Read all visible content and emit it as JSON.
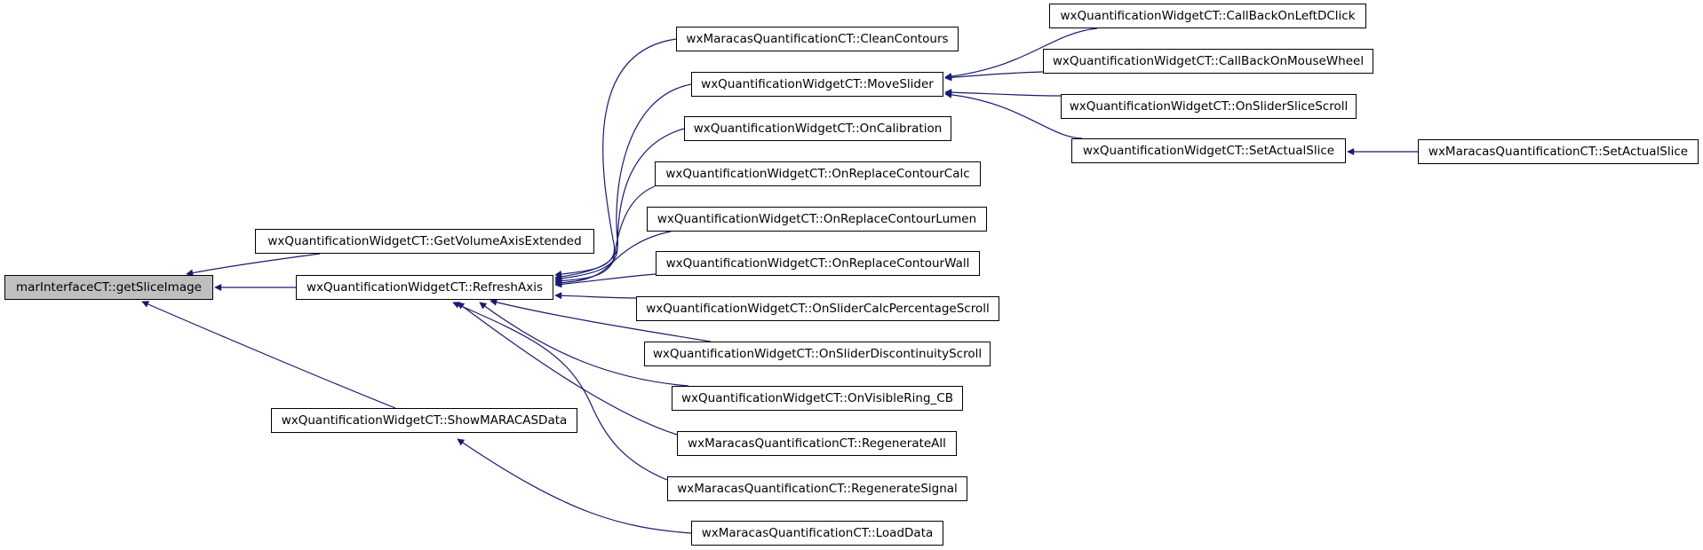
{
  "diagram": {
    "type": "doxygen-caller-graph",
    "edge_color": "#191970",
    "root_fill": "#bfbfbf",
    "nodes": [
      {
        "id": "root",
        "label": "marInterfaceCT::getSliceImage",
        "root": true
      },
      {
        "id": "getvolaxis",
        "label": "wxQuantificationWidgetCT::GetVolumeAxisExtended"
      },
      {
        "id": "refreshaxis",
        "label": "wxQuantificationWidgetCT::RefreshAxis"
      },
      {
        "id": "showmaracas",
        "label": "wxQuantificationWidgetCT::ShowMARACASData"
      },
      {
        "id": "cleancontours",
        "label": "wxMaracasQuantificationCT::CleanContours"
      },
      {
        "id": "moveslider",
        "label": "wxQuantificationWidgetCT::MoveSlider"
      },
      {
        "id": "oncalibration",
        "label": "wxQuantificationWidgetCT::OnCalibration"
      },
      {
        "id": "replacecalc",
        "label": "wxQuantificationWidgetCT::OnReplaceContourCalc"
      },
      {
        "id": "replacelumen",
        "label": "wxQuantificationWidgetCT::OnReplaceContourLumen"
      },
      {
        "id": "replacewall",
        "label": "wxQuantificationWidgetCT::OnReplaceContourWall"
      },
      {
        "id": "slidercalc",
        "label": "wxQuantificationWidgetCT::OnSliderCalcPercentageScroll"
      },
      {
        "id": "sliderdisc",
        "label": "wxQuantificationWidgetCT::OnSliderDiscontinuityScroll"
      },
      {
        "id": "visiblering",
        "label": "wxQuantificationWidgetCT::OnVisibleRing_CB"
      },
      {
        "id": "regenall",
        "label": "wxMaracasQuantificationCT::RegenerateAll"
      },
      {
        "id": "regensignal",
        "label": "wxMaracasQuantificationCT::RegenerateSignal"
      },
      {
        "id": "loaddata",
        "label": "wxMaracasQuantificationCT::LoadData"
      },
      {
        "id": "leftdclick",
        "label": "wxQuantificationWidgetCT::CallBackOnLeftDClick"
      },
      {
        "id": "mousewheel",
        "label": "wxQuantificationWidgetCT::CallBackOnMouseWheel"
      },
      {
        "id": "sliderslice",
        "label": "wxQuantificationWidgetCT::OnSliderSliceScroll"
      },
      {
        "id": "setactualslice_w",
        "label": "wxQuantificationWidgetCT::SetActualSlice"
      },
      {
        "id": "setactualslice_m",
        "label": "wxMaracasQuantificationCT::SetActualSlice"
      }
    ],
    "edges": [
      {
        "from": "getvolaxis",
        "to": "root"
      },
      {
        "from": "refreshaxis",
        "to": "root"
      },
      {
        "from": "showmaracas",
        "to": "root"
      },
      {
        "from": "cleancontours",
        "to": "refreshaxis"
      },
      {
        "from": "moveslider",
        "to": "refreshaxis"
      },
      {
        "from": "oncalibration",
        "to": "refreshaxis"
      },
      {
        "from": "replacecalc",
        "to": "refreshaxis"
      },
      {
        "from": "replacelumen",
        "to": "refreshaxis"
      },
      {
        "from": "replacewall",
        "to": "refreshaxis"
      },
      {
        "from": "slidercalc",
        "to": "refreshaxis"
      },
      {
        "from": "sliderdisc",
        "to": "refreshaxis"
      },
      {
        "from": "visiblering",
        "to": "refreshaxis"
      },
      {
        "from": "regenall",
        "to": "refreshaxis"
      },
      {
        "from": "regensignal",
        "to": "refreshaxis"
      },
      {
        "from": "loaddata",
        "to": "showmaracas"
      },
      {
        "from": "leftdclick",
        "to": "moveslider"
      },
      {
        "from": "mousewheel",
        "to": "moveslider"
      },
      {
        "from": "sliderslice",
        "to": "moveslider"
      },
      {
        "from": "setactualslice_w",
        "to": "moveslider"
      },
      {
        "from": "setactualslice_m",
        "to": "setactualslice_w"
      }
    ]
  }
}
